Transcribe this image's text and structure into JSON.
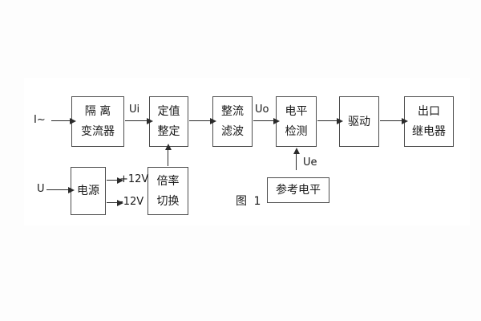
{
  "figure": {
    "caption": "图 1",
    "colors": {
      "line": "#2b2b2b",
      "text": "#1a1a1a",
      "box_border": "#4d4d4d",
      "page_bg": "#fdfdfd",
      "photo_bg": "#ffffff"
    },
    "blocks": {
      "isolation": {
        "line1": "隔 离",
        "line2": "变流器"
      },
      "setpoint": {
        "line1": "定值",
        "line2": "整定"
      },
      "rectify": {
        "line1": "整流",
        "line2": "滤波"
      },
      "level": {
        "line1": "电平",
        "line2": "检测"
      },
      "drive": {
        "line1": "驱动"
      },
      "relay": {
        "line1": "出口",
        "line2": "继电器"
      },
      "power": {
        "line1": "电源"
      },
      "ratio": {
        "line1": "倍率",
        "line2": "切换"
      },
      "reference": {
        "line1": "参考电平"
      }
    },
    "signals": {
      "input_current": "I~",
      "input_voltage": "U",
      "ui": "Ui",
      "uo": "Uo",
      "ue": "Ue",
      "plus12v": "+12V",
      "minus12v": "-12V"
    }
  }
}
